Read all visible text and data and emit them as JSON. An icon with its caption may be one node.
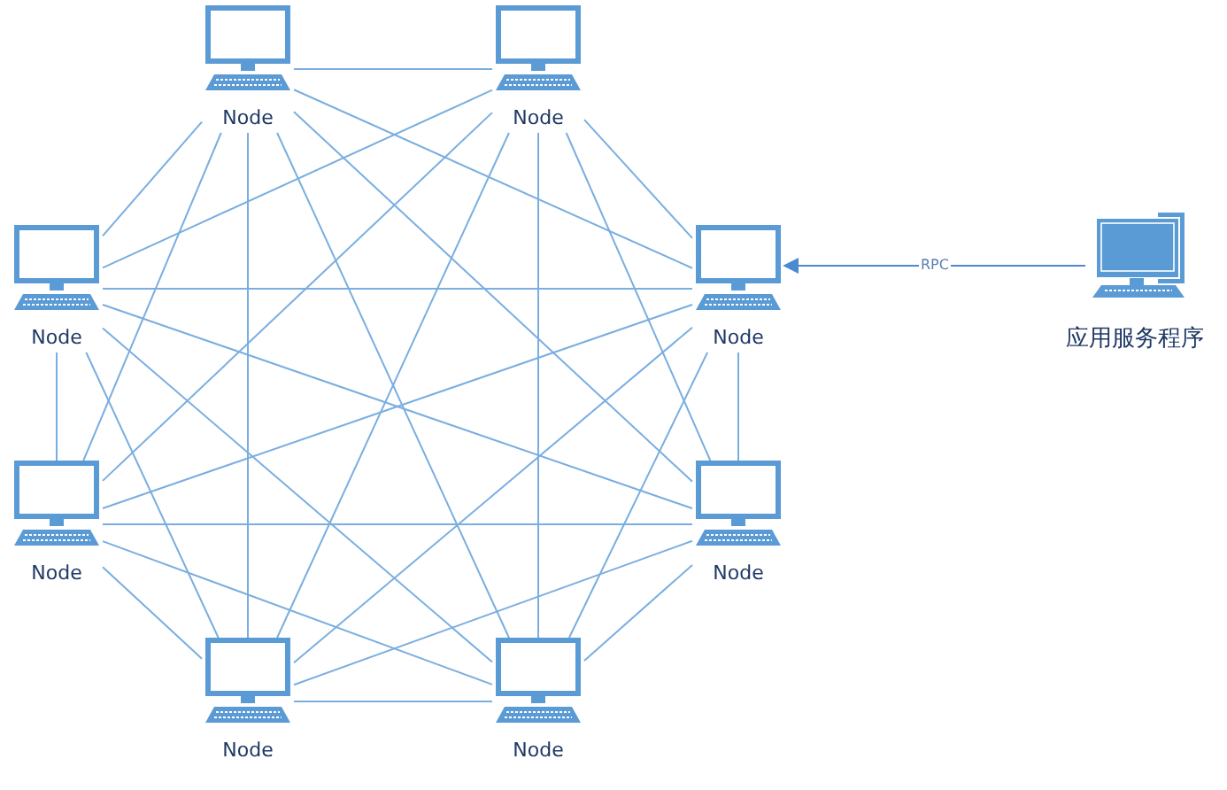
{
  "diagram": {
    "nodes": [
      {
        "text": [
          "Node"
        ]
      },
      {
        "text": [
          "Node"
        ]
      },
      {
        "text": [
          "Node"
        ]
      },
      {
        "text": [
          "Node"
        ]
      },
      {
        "text": [
          "Node"
        ]
      },
      {
        "text": [
          "Node"
        ]
      },
      {
        "text": [
          "Node"
        ]
      },
      {
        "text": [
          "Node"
        ]
      },
      {
        "text": [
          "应用服务程序"
        ]
      }
    ],
    "edges": [
      {
        "from": 0,
        "to": 1,
        "arrow": "none"
      },
      {
        "from": 0,
        "to": 2,
        "arrow": "none"
      },
      {
        "from": 0,
        "to": 3,
        "arrow": "none"
      },
      {
        "from": 0,
        "to": 4,
        "arrow": "none"
      },
      {
        "from": 0,
        "to": 5,
        "arrow": "none"
      },
      {
        "from": 0,
        "to": 6,
        "arrow": "none"
      },
      {
        "from": 0,
        "to": 7,
        "arrow": "none"
      },
      {
        "from": 1,
        "to": 2,
        "arrow": "none"
      },
      {
        "from": 1,
        "to": 3,
        "arrow": "none"
      },
      {
        "from": 1,
        "to": 4,
        "arrow": "none"
      },
      {
        "from": 1,
        "to": 5,
        "arrow": "none"
      },
      {
        "from": 1,
        "to": 6,
        "arrow": "none"
      },
      {
        "from": 1,
        "to": 7,
        "arrow": "none"
      },
      {
        "from": 2,
        "to": 3,
        "arrow": "none"
      },
      {
        "from": 2,
        "to": 4,
        "arrow": "none"
      },
      {
        "from": 2,
        "to": 5,
        "arrow": "none"
      },
      {
        "from": 2,
        "to": 6,
        "arrow": "none"
      },
      {
        "from": 2,
        "to": 7,
        "arrow": "none"
      },
      {
        "from": 3,
        "to": 4,
        "arrow": "none"
      },
      {
        "from": 3,
        "to": 5,
        "arrow": "none"
      },
      {
        "from": 3,
        "to": 6,
        "arrow": "none"
      },
      {
        "from": 3,
        "to": 7,
        "arrow": "none"
      },
      {
        "from": 4,
        "to": 5,
        "arrow": "none"
      },
      {
        "from": 4,
        "to": 6,
        "arrow": "none"
      },
      {
        "from": 4,
        "to": 7,
        "arrow": "none"
      },
      {
        "from": 5,
        "to": 6,
        "arrow": "none"
      },
      {
        "from": 5,
        "to": 7,
        "arrow": "none"
      },
      {
        "from": 6,
        "to": 7,
        "arrow": "none"
      },
      {
        "from": 8,
        "to": 3,
        "arrow": "to",
        "label": "RPC"
      }
    ]
  }
}
